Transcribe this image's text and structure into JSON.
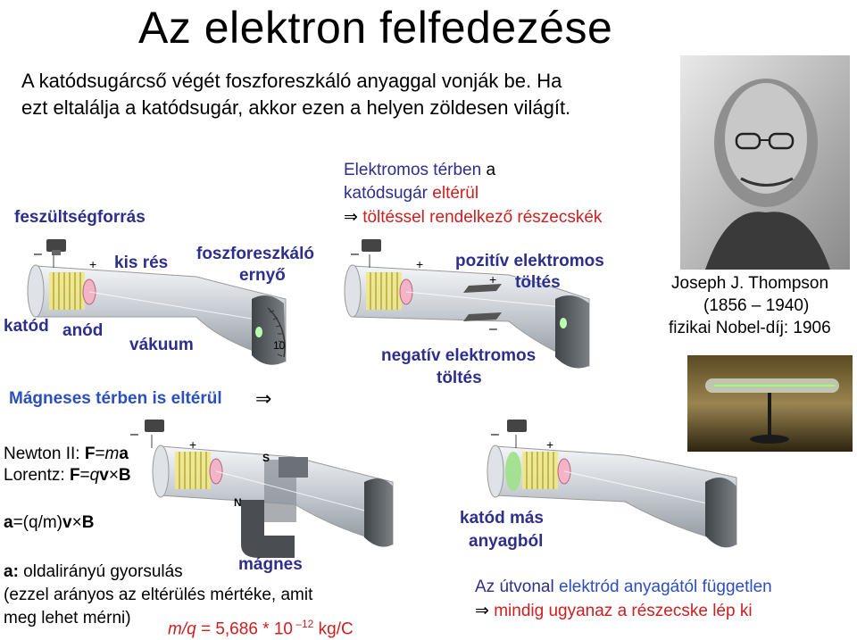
{
  "title": "Az elektron felfedezése",
  "intro": {
    "line1": "A katódsugárcső végét foszforeszkáló anyaggal vonják be. Ha",
    "line2": "ezt eltalálja a katódsugár, akkor ezen a helyen zöldesen világít."
  },
  "diagram1": {
    "voltage_source": "feszültségforrás",
    "slit": "kis rés",
    "screen_line1": "foszforeszkáló",
    "screen_line2": "ernyő",
    "cathode": "katód",
    "anode": "anód",
    "vacuum": "vákuum",
    "magnetic": "Mágneses térben is eltérül",
    "arrow": "⇒",
    "scale_tick": "10"
  },
  "electric": {
    "line1_a": "Elektromos térben",
    "line1_b": " a",
    "line2_a": "katódsugár ",
    "line2_b": "eltérül",
    "arrow": "⇒",
    "line3": " töltéssel rendelkező részecskék",
    "positive_line1": "pozitív elektromos",
    "positive_line2": "töltés",
    "negative_line1": "negatív elektromos",
    "negative_line2": "töltés"
  },
  "thompson": {
    "name": "Joseph J. Thompson",
    "years": "(1856 – 1940)",
    "nobel": "fizikai Nobel-díj: 1906"
  },
  "equations": {
    "newton_prefix": "Newton II: ",
    "newton_F": "F",
    "newton_eq": "=",
    "newton_m": "m",
    "newton_a": "a",
    "lorentz_prefix": "Lorentz: ",
    "lorentz_F": "F",
    "lorentz_eq": "=",
    "lorentz_q": "q",
    "lorentz_v": "v",
    "lorentz_x": "×",
    "lorentz_B": "B",
    "accel_a": "a",
    "accel_mid": "=(q/m)",
    "accel_v": "v",
    "accel_x": "×",
    "accel_B": "B",
    "side_a": "a:",
    "side_text": " oldalirányú gyorsulás",
    "magnet": "mágnes",
    "prop_line": "(ezzel arányos az eltérülés mértéke, amit",
    "measure_line": "meg lehet mérni)",
    "ratio_mq": "m/q",
    "ratio_val": " = 5,686 * 10",
    "ratio_exp": " –12",
    "ratio_unit": " kg/C",
    "magnet_S": "S",
    "magnet_N": "N"
  },
  "bottom_right": {
    "cathode_other_line1": "katód más",
    "cathode_other_line2": "anyagból",
    "path_a": "Az útvonal ",
    "path_b": "elektród anyagától független",
    "arrow": "⇒",
    "same_particle": " mindig ugyanaz a részecske lép ki"
  },
  "tube_signs": {
    "minus": "–",
    "plus": "+"
  },
  "colors": {
    "navy": "#2e2e8c",
    "blue": "#2b4fbd",
    "red": "#cc1f1f",
    "glass": "#c8cdd3",
    "screen": "#555a5e",
    "coil": "#e6e089"
  }
}
